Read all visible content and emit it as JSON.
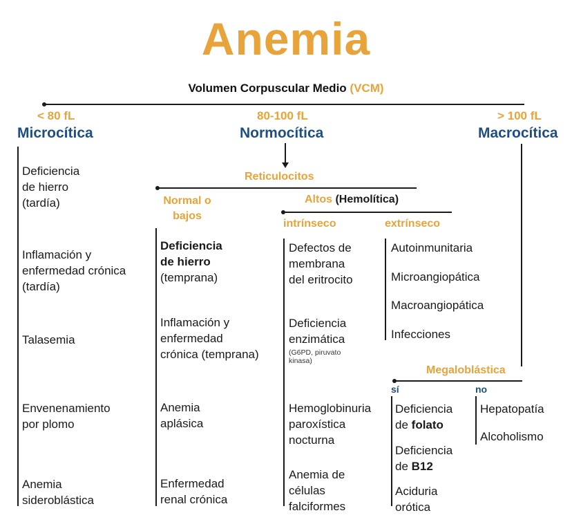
{
  "title": "Anemia",
  "vcm": {
    "label": "Volumen Corpuscular Medio",
    "abbr": "(VCM)"
  },
  "ranges": {
    "micro": "< 80 fL",
    "normo": "80-100 fL",
    "macro": "> 100 fL"
  },
  "categories": {
    "micro": "Microcítica",
    "normo": "Normocítica",
    "macro": "Macrocítica"
  },
  "micro_items": [
    [
      "Deficiencia",
      "de hierro",
      "(tardía)"
    ],
    [
      "Inflamación y",
      "enfermedad crónica",
      "(tardía)"
    ],
    [
      "Talasemia"
    ],
    [
      "Envenenamiento",
      "por plomo"
    ],
    [
      "Anemia",
      "sideroblástica"
    ]
  ],
  "reticulocitos": "Reticulocitos",
  "normal_bajos": {
    "line1": "Normal o",
    "line2": "bajos"
  },
  "altos": {
    "label": "Altos",
    "paren": "(Hemolítica)"
  },
  "intrinseco": "intrínseco",
  "extrinseco": "extrínseco",
  "normal_items": {
    "def_hierro": {
      "line1": "Deficiencia",
      "line2": "de hierro",
      "line3": "(temprana)"
    },
    "inflamacion": [
      "Inflamación y",
      "enfermedad",
      "crónica (temprana)"
    ],
    "anemia_aplasica": [
      "Anemia",
      "aplásica"
    ],
    "renal": [
      "Enfermedad",
      "renal crónica"
    ]
  },
  "intrinseco_items": {
    "membrana": [
      "Defectos de",
      "membrana",
      "del eritrocito"
    ],
    "enzimatica": [
      "Deficiencia",
      "enzimática"
    ],
    "enzimatica_note": [
      "(G6PD, piruvato",
      "kinasa)"
    ],
    "hpn": [
      "Hemoglobinuria",
      "paroxística",
      "nocturna"
    ],
    "falciformes": [
      "Anemia de",
      "células",
      "falciformes"
    ]
  },
  "extrinseco_items": [
    "Autoinmunitaria",
    "Microangiopática",
    "Macroangiopática",
    "Infecciones"
  ],
  "megaloblastica": "Megaloblástica",
  "si": "sí",
  "no": "no",
  "si_items": {
    "folato": {
      "pre": "Deficiencia",
      "de": "de",
      "bold": "folato"
    },
    "b12": {
      "pre": "Deficiencia",
      "de": "de",
      "bold": "B12"
    },
    "aciduria": [
      "Aciduria",
      "orótica"
    ]
  },
  "no_items": [
    "Hepatopatía",
    "Alcoholismo"
  ]
}
